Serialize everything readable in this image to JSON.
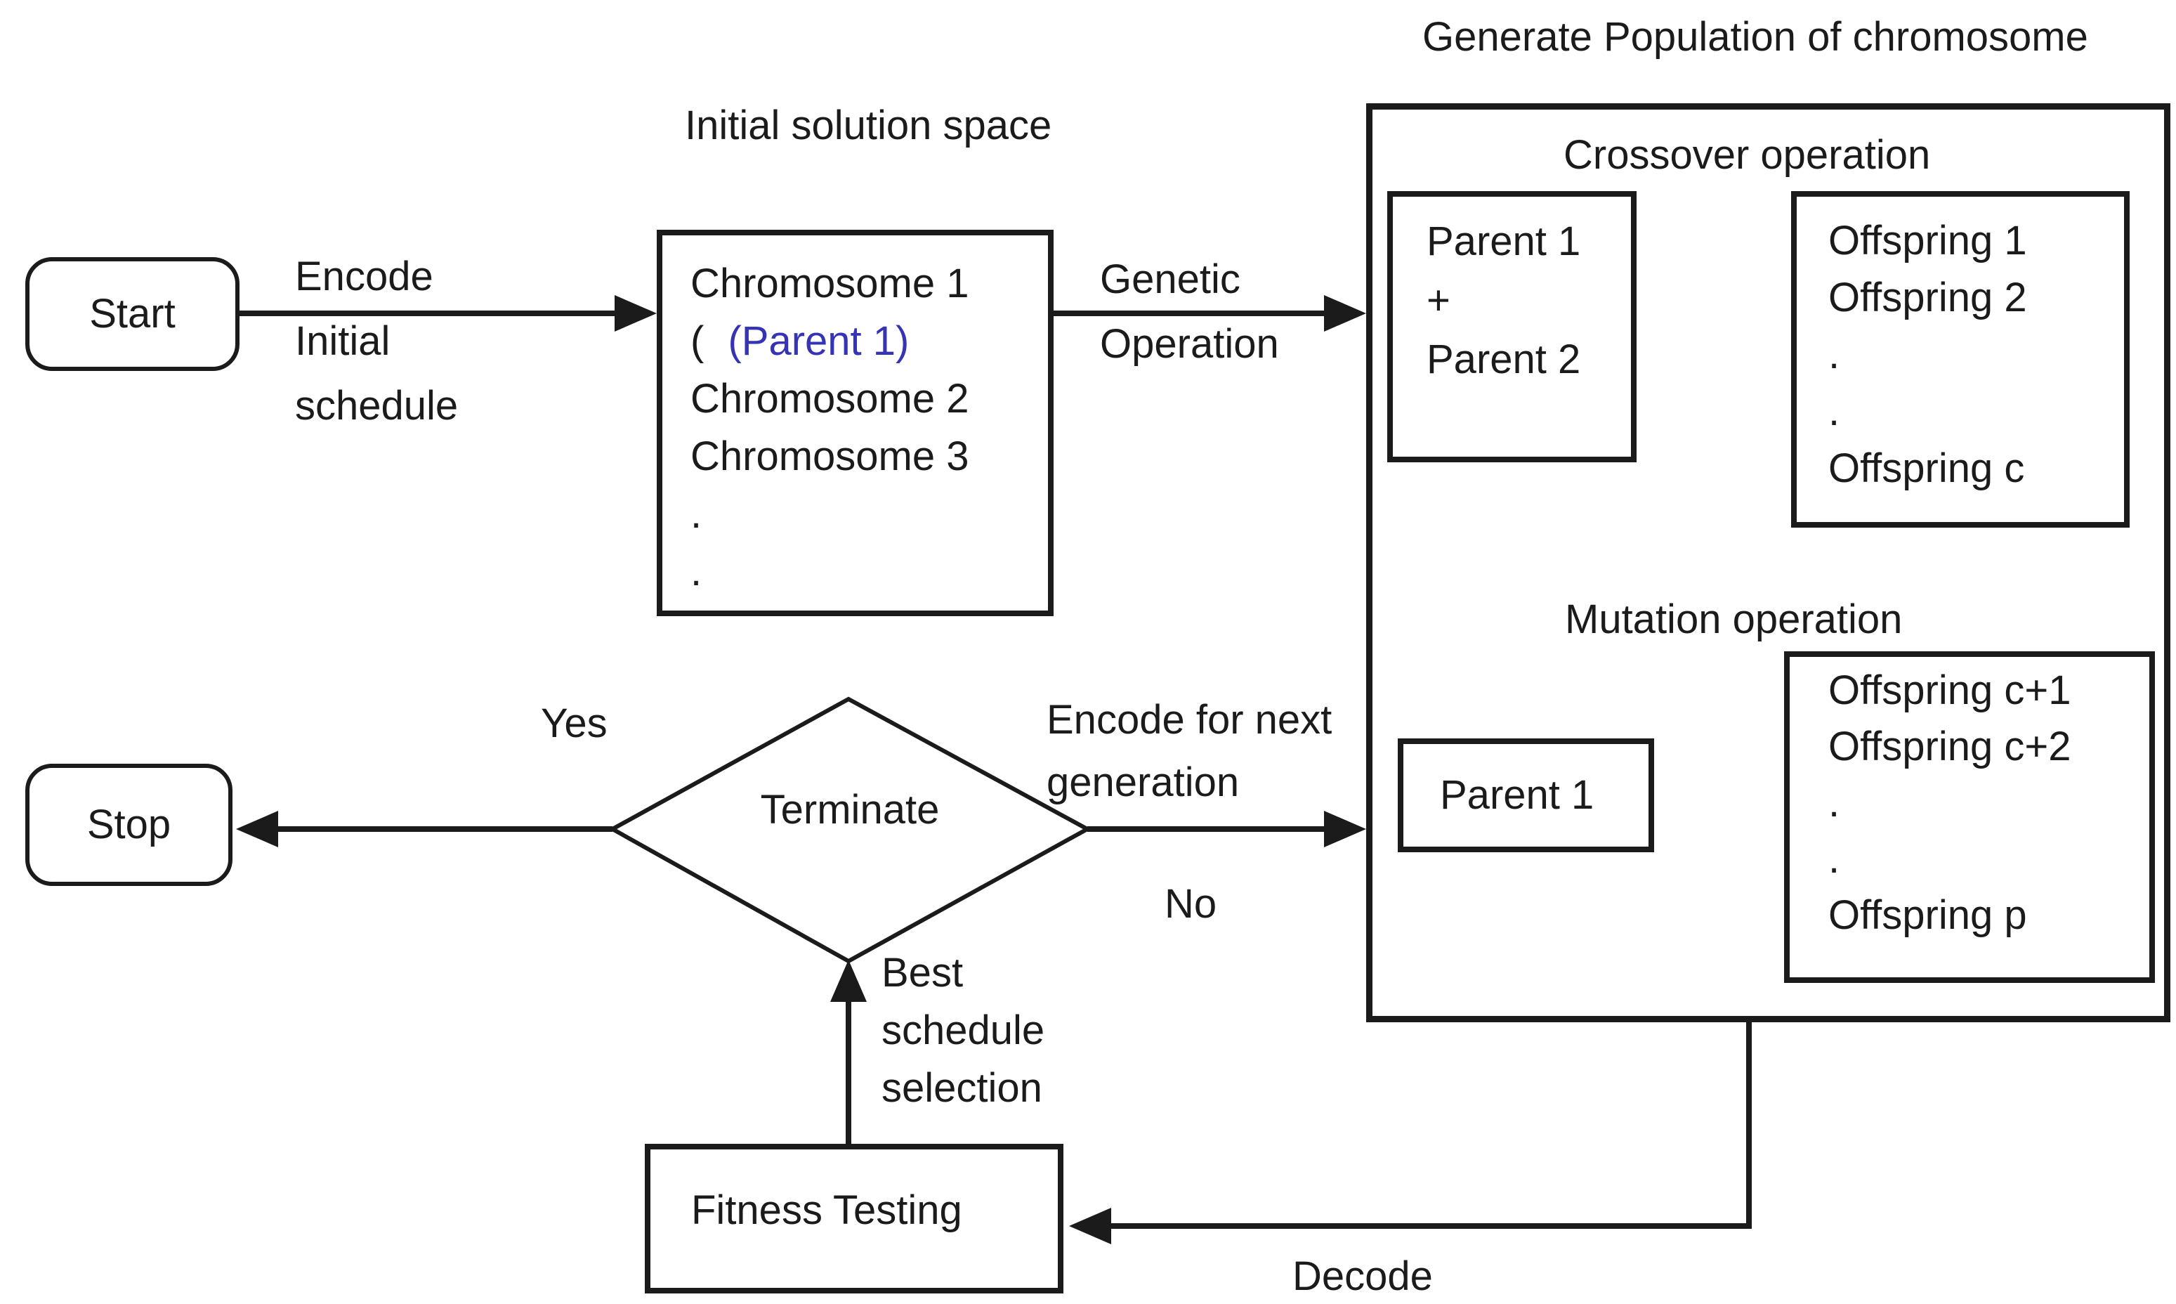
{
  "colors": {
    "ink": "#1b1b1b",
    "accent_blue": "#3534b5",
    "background": "#ffffff"
  },
  "diagram": {
    "main_title": "Generate Population of chromosome",
    "nodes": {
      "start": {
        "label": "Start"
      },
      "stop": {
        "label": "Stop"
      },
      "terminate": {
        "label": "Terminate"
      },
      "fitness": {
        "label": "Fitness Testing"
      },
      "solution_space": {
        "caption": "Initial solution space",
        "line1": "Chromosome 1",
        "paren": "(",
        "parent_highlight": "(Parent 1)",
        "line3": "Chromosome 2",
        "line4": "Chromosome 3",
        "dot1": ".",
        "dot2": "."
      },
      "crossover": {
        "caption": "Crossover operation",
        "parents": [
          "Parent 1",
          "+",
          "Parent 2"
        ],
        "offspring": [
          "Offspring 1",
          "Offspring 2",
          ".",
          ".",
          "Offspring c"
        ]
      },
      "mutation": {
        "caption": "Mutation operation",
        "parent": "Parent 1",
        "offspring": [
          "Offspring c+1",
          "Offspring c+2",
          ".",
          ".",
          "Offspring p"
        ]
      }
    },
    "edge_labels": {
      "encode_initial": [
        "Encode",
        "Initial",
        "schedule"
      ],
      "genetic_operation": [
        "Genetic",
        "Operation"
      ],
      "encode_next": [
        "Encode for next",
        "generation"
      ],
      "yes": "Yes",
      "no": "No",
      "best_selection": [
        "Best",
        "schedule",
        "selection"
      ],
      "decode": "Decode"
    }
  }
}
